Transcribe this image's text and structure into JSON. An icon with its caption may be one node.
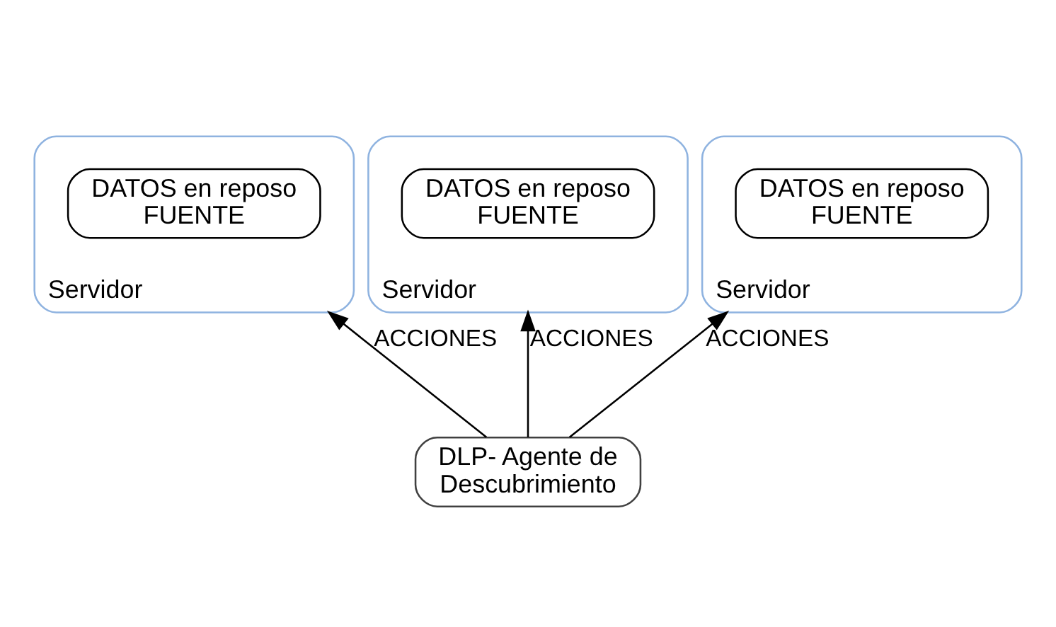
{
  "diagram": {
    "nodes": [
      {
        "text": [
          "Servidor"
        ]
      },
      {
        "text": [
          "DATOS en reposo FUENTE"
        ],
        "in": 0
      },
      {
        "text": [
          "Servidor"
        ]
      },
      {
        "text": [
          "DATOS en reposo FUENTE"
        ],
        "in": 2
      },
      {
        "text": [
          "Servidor"
        ]
      },
      {
        "text": [
          "DATOS en reposo FUENTE"
        ],
        "in": 4
      },
      {
        "text": [
          "DLP- Agente de Descubrimiento"
        ]
      }
    ],
    "edges": [
      {
        "from": 6,
        "to": 0,
        "arrow": "to",
        "label": "ACCIONES"
      },
      {
        "from": 6,
        "to": 2,
        "arrow": "to",
        "label": "ACCIONES"
      },
      {
        "from": 6,
        "to": 4,
        "arrow": "to",
        "label": "ACCIONES"
      }
    ]
  }
}
